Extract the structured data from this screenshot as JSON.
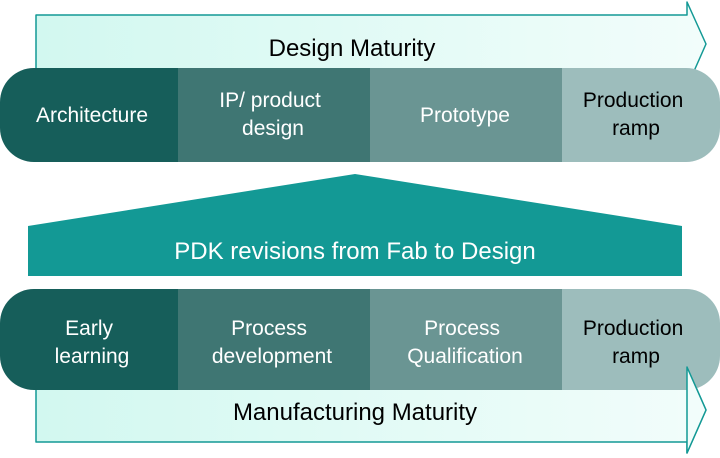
{
  "design_maturity": {
    "label": "Design Maturity",
    "stages": [
      {
        "lines": [
          "Architecture"
        ]
      },
      {
        "lines": [
          "IP/ product",
          "design"
        ]
      },
      {
        "lines": [
          "Prototype"
        ]
      },
      {
        "lines": [
          "Production",
          "ramp"
        ]
      }
    ]
  },
  "pdk_revisions": {
    "label": "PDK revisions from Fab to Design"
  },
  "manufacturing_maturity": {
    "label": "Manufacturing Maturity",
    "stages": [
      {
        "lines": [
          "Early",
          "learning"
        ]
      },
      {
        "lines": [
          "Process",
          "development"
        ]
      },
      {
        "lines": [
          "Process",
          "Qualification"
        ]
      },
      {
        "lines": [
          "Production",
          "ramp"
        ]
      }
    ]
  },
  "colors": {
    "stage_1": "#165E5A",
    "stage_2": "#3F7673",
    "stage_3": "#6A9593",
    "stage_4": "#9DBDBC",
    "arrow_fill": "#D6F9F1",
    "arrow_fill_light": "#F1FDFA",
    "pdk_teal": "#139995",
    "text_light": "#ffffff",
    "text_dark": "#000000"
  }
}
